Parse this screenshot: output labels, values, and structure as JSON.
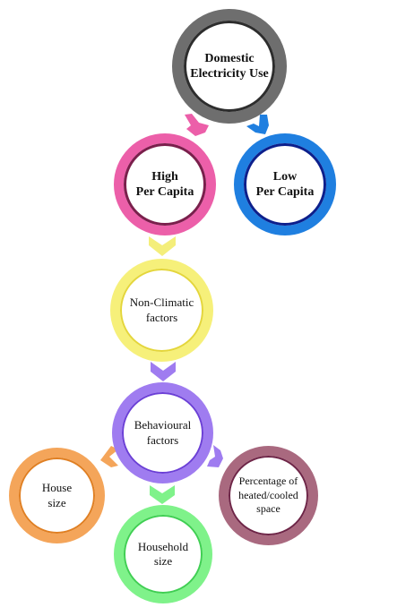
{
  "nodes": {
    "domestic": {
      "line1": "Domestic",
      "line2": "Electricity Use",
      "color": "#6e6e6e",
      "inner": "#2d2d2d"
    },
    "high": {
      "line1": "High",
      "line2": "Per Capita",
      "color": "#ec5fa9",
      "inner": "#7a1f4c"
    },
    "low": {
      "line1": "Low",
      "line2": "Per Capita",
      "color": "#1f7fe0",
      "inner": "#0c1f8c"
    },
    "nonclimatic": {
      "line1": "Non-Climatic",
      "line2": "factors",
      "color": "#f6f07a",
      "inner": "#e4d63a"
    },
    "behavioural": {
      "line1": "Behavioural",
      "line2": "factors",
      "color": "#9f7cf0",
      "inner": "#6b3fd6"
    },
    "house": {
      "line1": "House",
      "line2": "size",
      "color": "#f4a55a",
      "inner": "#e07f22"
    },
    "household": {
      "line1": "Household",
      "line2": "size",
      "color": "#7ff28a",
      "inner": "#3fcf52"
    },
    "percentage": {
      "line1": "Percentage of",
      "line2": "heated/cooled",
      "line3": "space",
      "color": "#a9697f",
      "inner": "#6e2547"
    }
  },
  "arrows": {
    "pink": "#ec5fa9",
    "blue": "#1f7fe0",
    "yellow": "#f4ee7a",
    "purple": "#9f7cf0",
    "orange": "#f4a55a",
    "green": "#7ff28a"
  }
}
